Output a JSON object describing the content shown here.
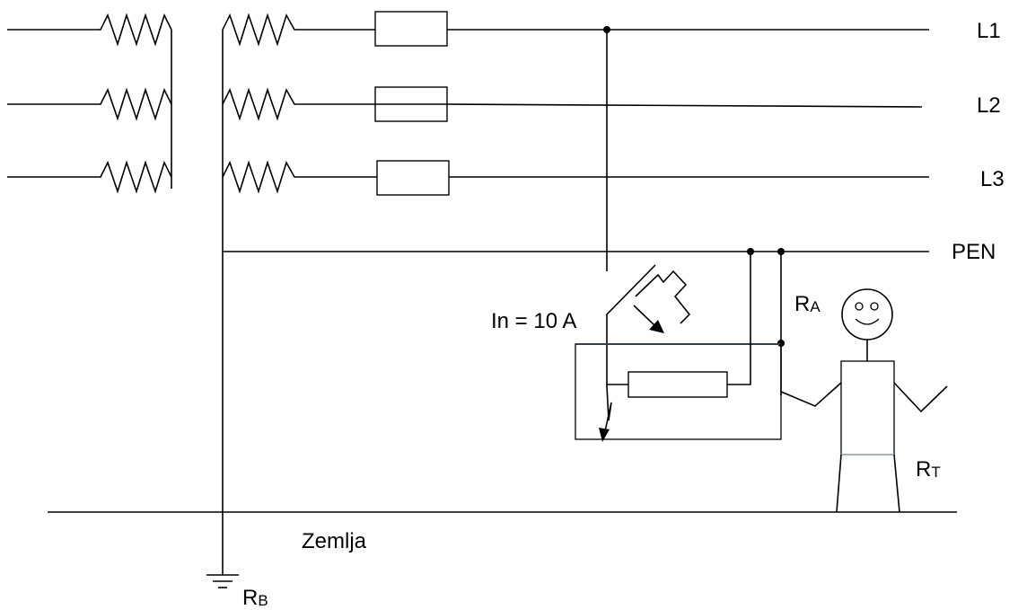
{
  "lines": {
    "l1": "L1",
    "l2": "L2",
    "l3": "L3",
    "pen": "PEN"
  },
  "breaker_label": "In = 10 A",
  "resistances": {
    "ra_main": "R",
    "ra_sub": "A",
    "rt_main": "R",
    "rt_sub": "T",
    "rb_main": "R",
    "rb_sub": "B"
  },
  "earth_label": "Zemlja"
}
